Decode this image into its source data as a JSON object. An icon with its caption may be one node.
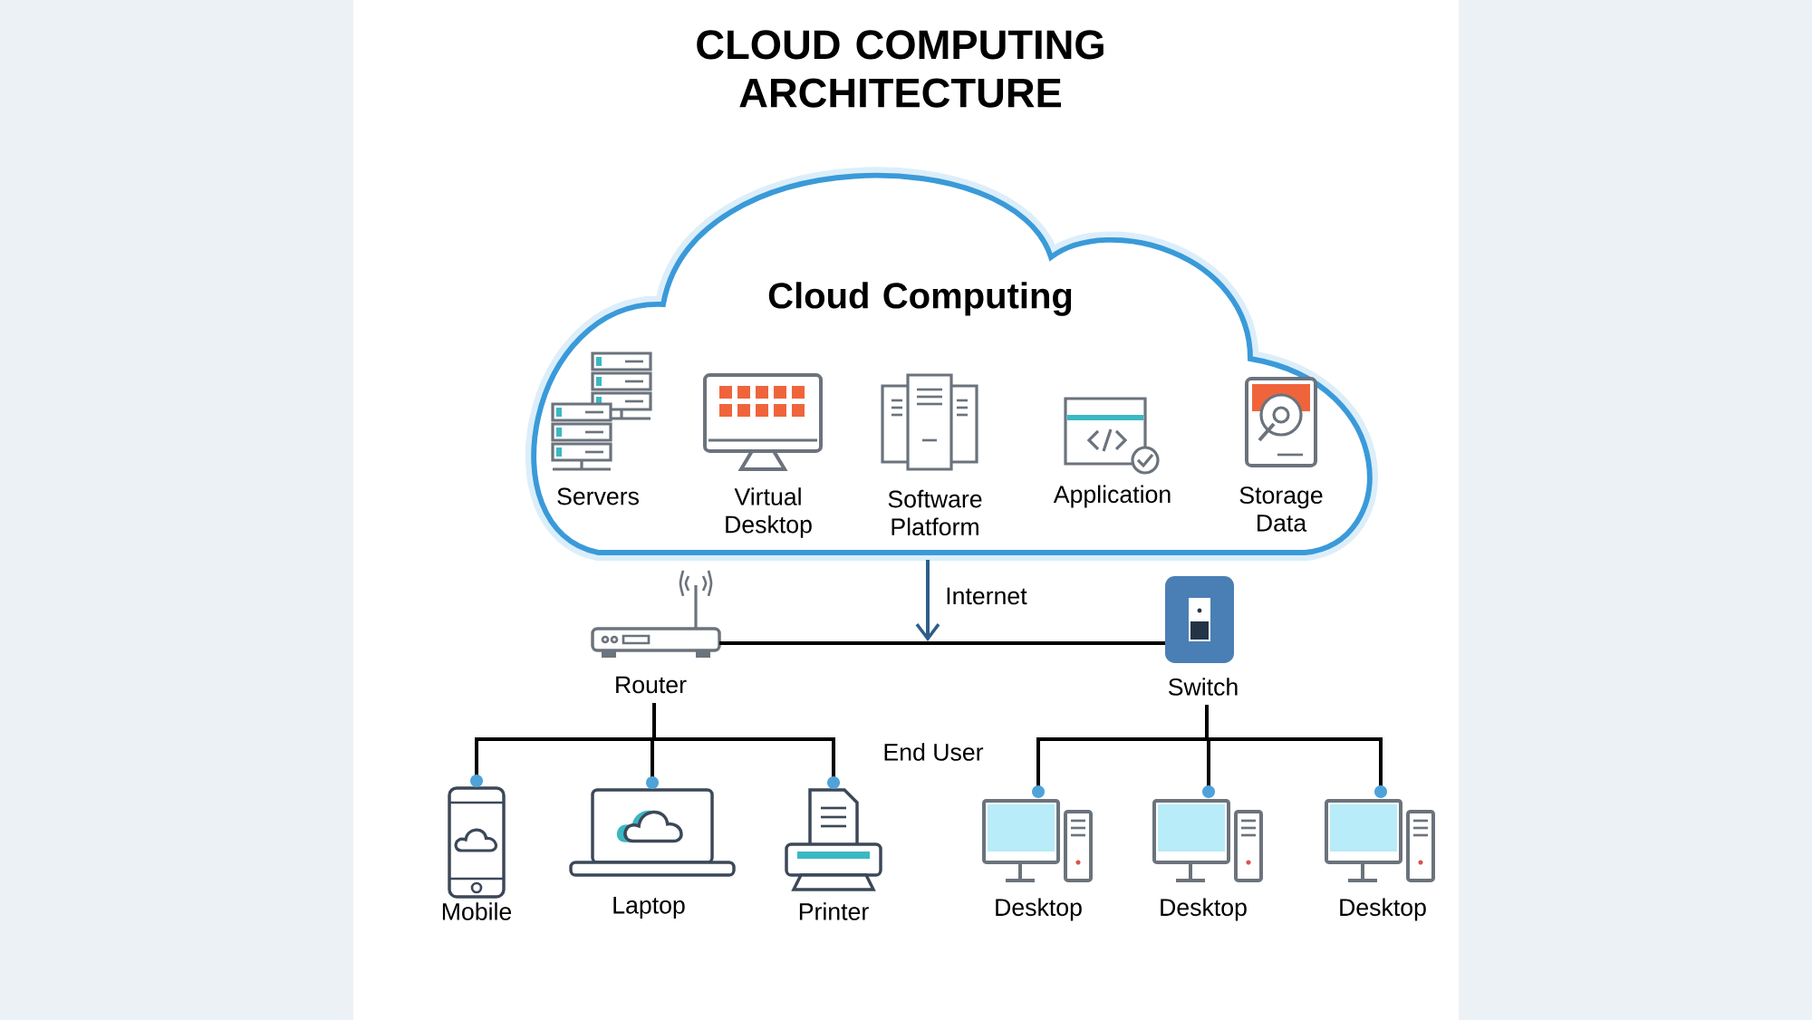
{
  "diagram": {
    "title": "CLOUD COMPUTING ARCHITECTURE",
    "nodes": [
      {
        "text": [
          "Cloud Computing"
        ]
      },
      {
        "text": [
          "Servers"
        ],
        "in": 0
      },
      {
        "text": [
          "Virtual Desktop"
        ],
        "in": 0
      },
      {
        "text": [
          "Software Platform"
        ],
        "in": 0
      },
      {
        "text": [
          "Application"
        ],
        "in": 0
      },
      {
        "text": [
          "Storage Data"
        ],
        "in": 0
      },
      {
        "text": [
          "Router"
        ]
      },
      {
        "text": [
          "Switch"
        ]
      },
      {
        "text": [
          "Mobile"
        ]
      },
      {
        "text": [
          "Laptop"
        ]
      },
      {
        "text": [
          "Printer"
        ]
      },
      {
        "text": [
          "Desktop"
        ]
      },
      {
        "text": [
          "Desktop"
        ]
      },
      {
        "text": [
          "Desktop"
        ]
      }
    ],
    "edges": [
      {
        "from": 0,
        "to": null,
        "arrow": "to",
        "label": "Internet",
        "color": "#2f5d8a"
      },
      {
        "from": 6,
        "to": 7,
        "arrow": "none"
      },
      {
        "from": 6,
        "to": 8,
        "arrow": "other"
      },
      {
        "from": 6,
        "to": 9,
        "arrow": "other"
      },
      {
        "from": 6,
        "to": 10,
        "arrow": "other"
      },
      {
        "from": 7,
        "to": 11,
        "arrow": "other"
      },
      {
        "from": 7,
        "to": 12,
        "arrow": "other"
      },
      {
        "from": 7,
        "to": 13,
        "arrow": "other"
      }
    ],
    "labels": [
      "End User"
    ]
  }
}
